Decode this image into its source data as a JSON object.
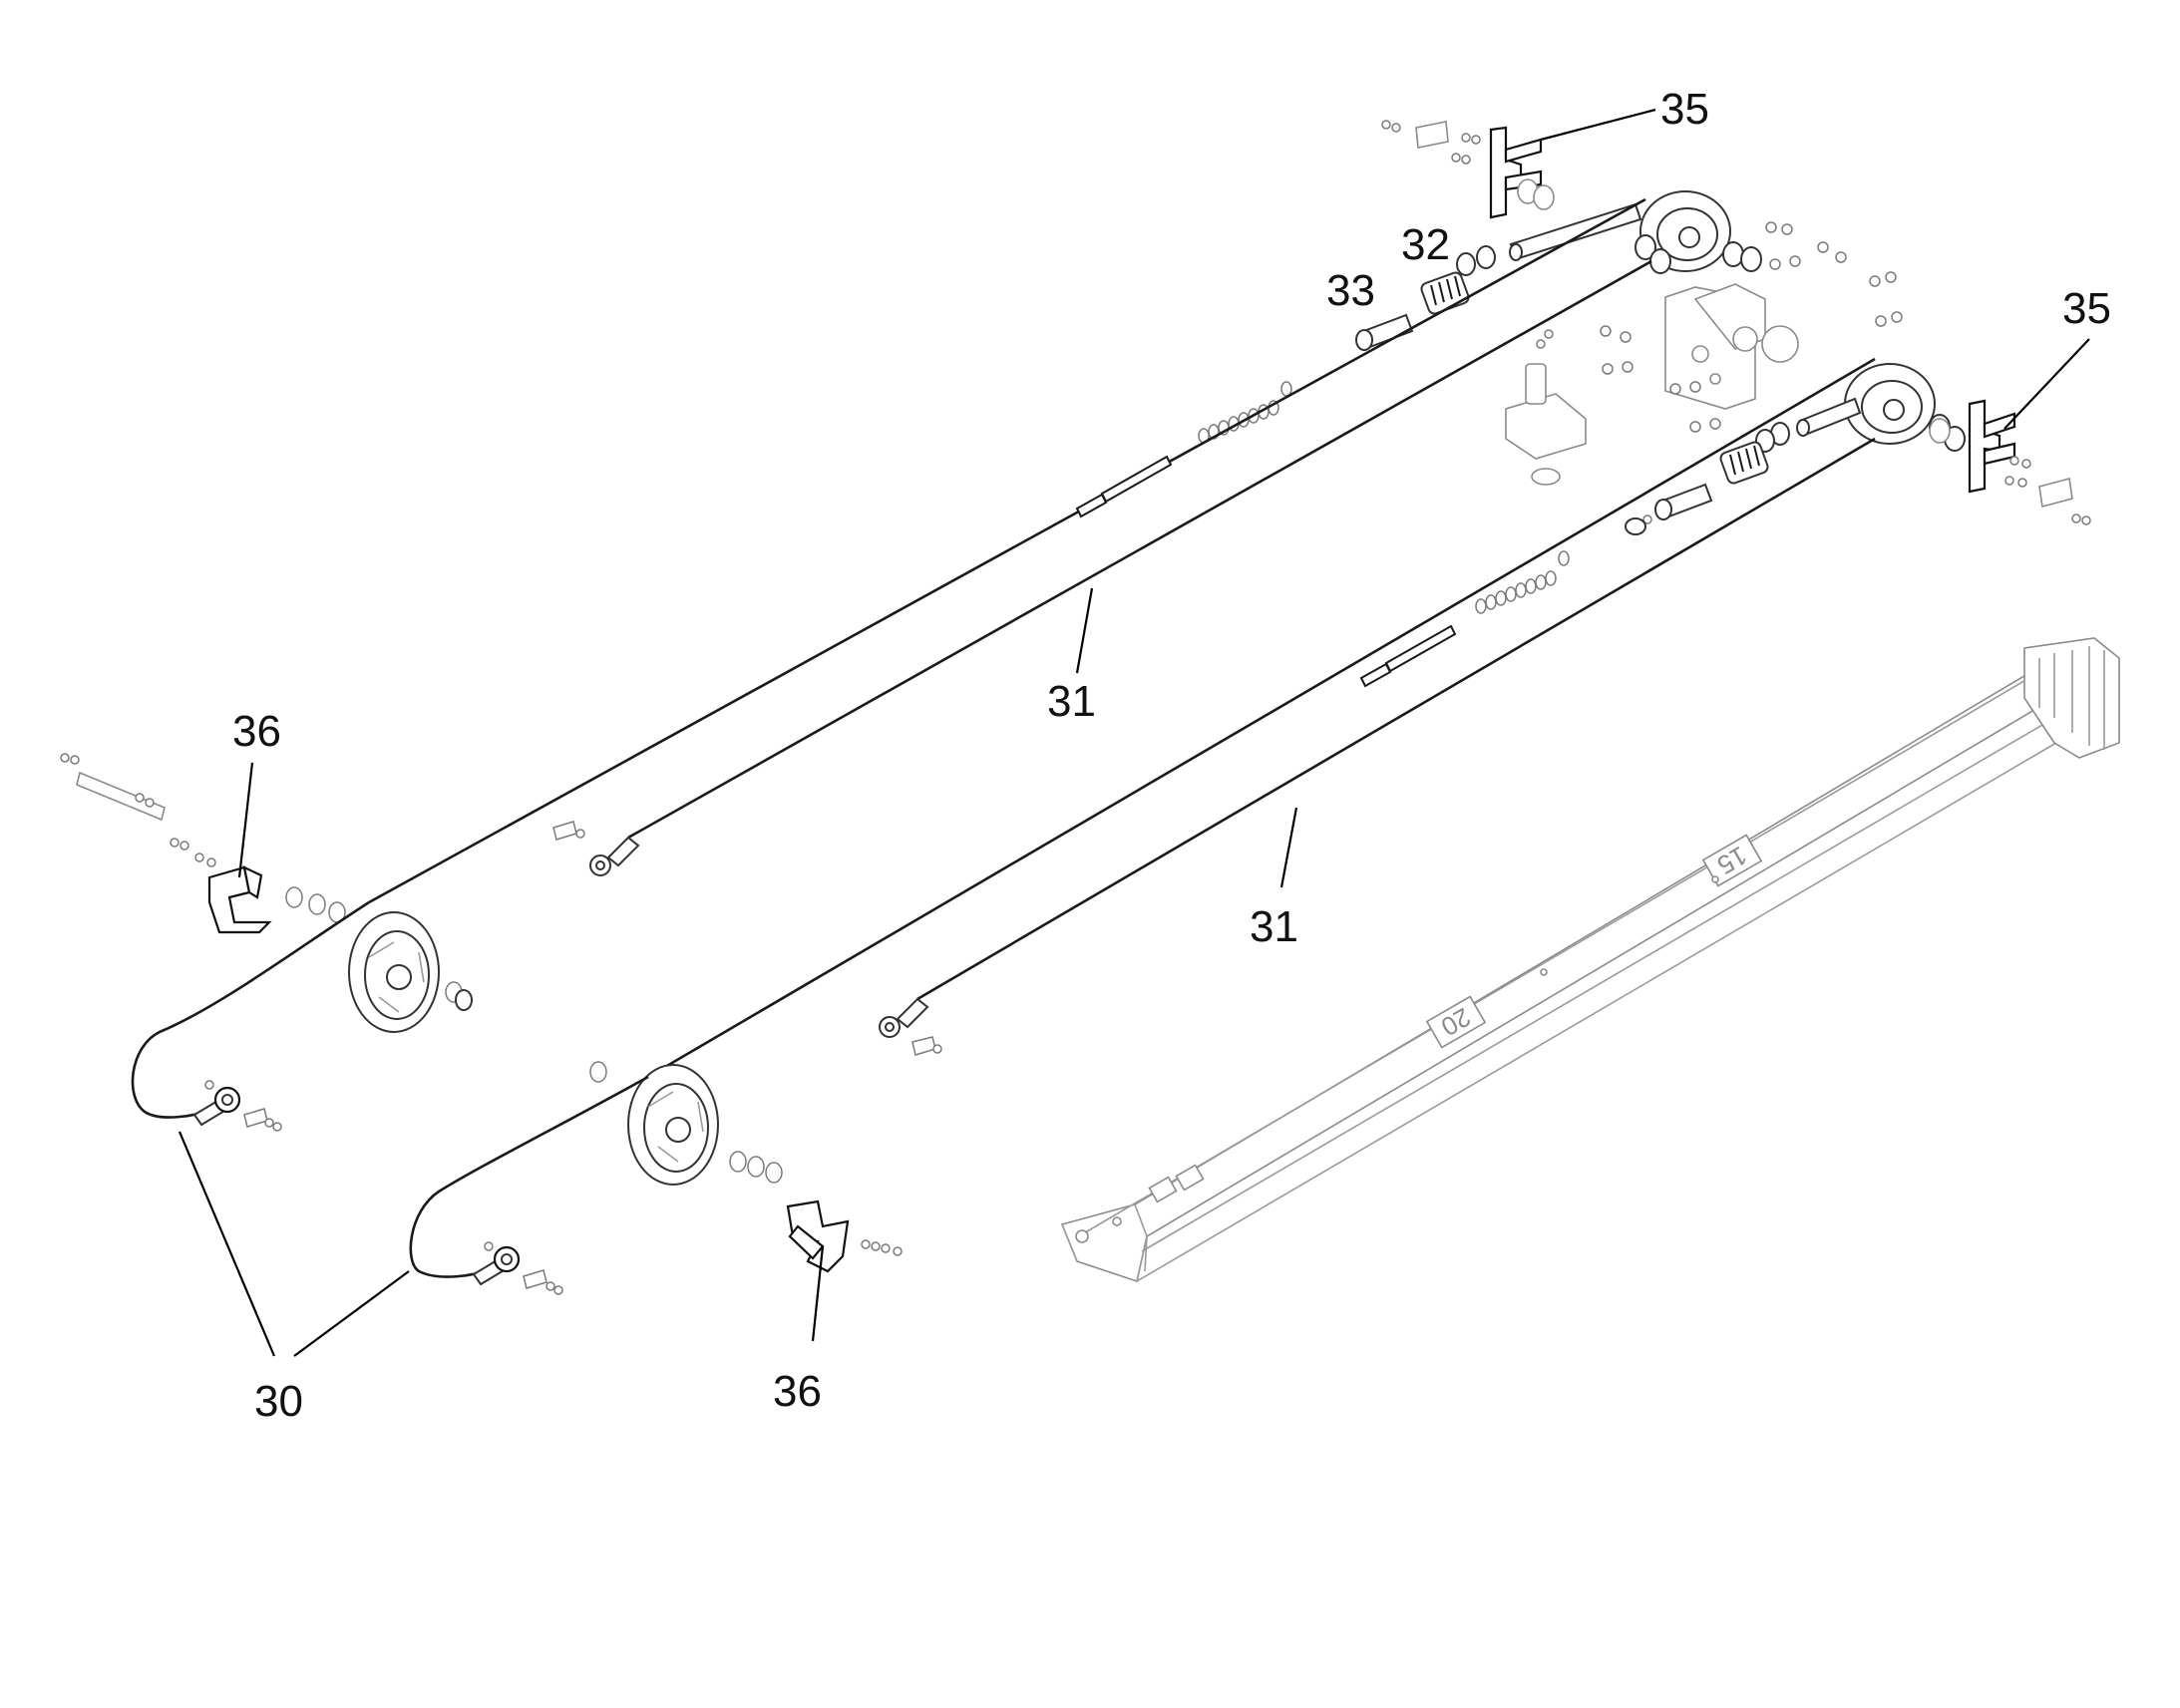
{
  "callouts": {
    "c30": "30",
    "c31a": "31",
    "c31b": "31",
    "c32": "32",
    "c33": "33",
    "c35a": "35",
    "c35b": "35",
    "c36a": "36",
    "c36b": "36"
  },
  "boom_markings": {
    "mark_a": "15",
    "mark_b": "20"
  },
  "colors": {
    "ink": "#1a1a1a",
    "faint": "#8a8a8a",
    "background": "#ffffff"
  }
}
